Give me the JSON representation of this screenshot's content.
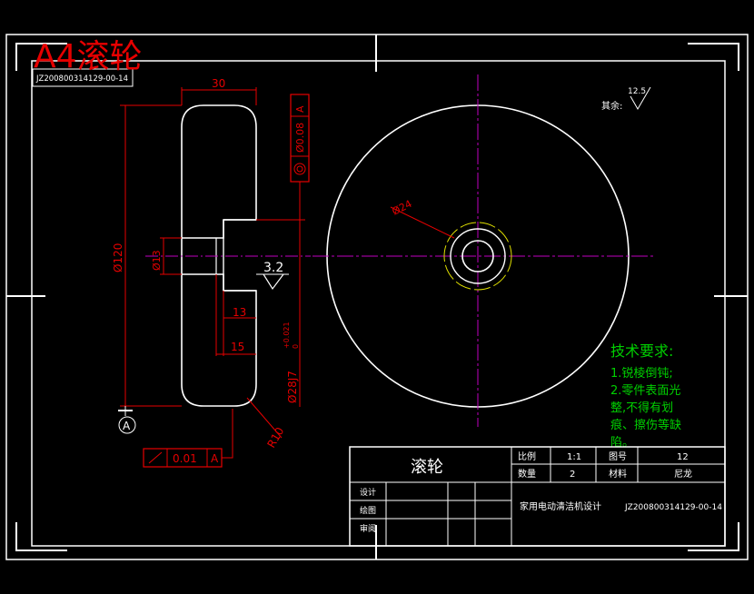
{
  "sheet": {
    "size_label": "A4滚轮",
    "top_code": "JZ200800314129-00-14"
  },
  "dims": {
    "width_30": "30",
    "dia_120": "Ø120",
    "dia_13": "Ø13",
    "len_13": "13",
    "len_15": "15",
    "bore": "Ø28J7",
    "bore_tol_upper": "+0.021",
    "bore_tol_lower": "0",
    "radius": "R10",
    "dia_24": "Ø24",
    "roughness_bore": "3.2",
    "datum_label": "A"
  },
  "tolerances": {
    "concentric_value": "Ø0.08",
    "concentric_datum": "A",
    "runout_value": "0.01",
    "runout_datum": "A"
  },
  "roughness": {
    "rest_label": "其余:",
    "rest_value": "12.5"
  },
  "tech": {
    "title": "技术要求:",
    "line1": "1.锐棱倒钝;",
    "line2": "2.零件表面光",
    "line3": "整,不得有划",
    "line4": "痕、擦伤等缺",
    "line5": "陷。"
  },
  "title_block": {
    "part_name": "滚轮",
    "scale_label": "比例",
    "scale_value": "1:1",
    "drawing_no_label": "图号",
    "drawing_no_value": "12",
    "qty_label": "数量",
    "qty_value": "2",
    "material_label": "材料",
    "material_value": "尼龙",
    "design_label": "设计",
    "draw_label": "绘图",
    "review_label": "审阅",
    "project": "家用电动清洁机设计",
    "code": "JZ200800314129-00-14"
  }
}
